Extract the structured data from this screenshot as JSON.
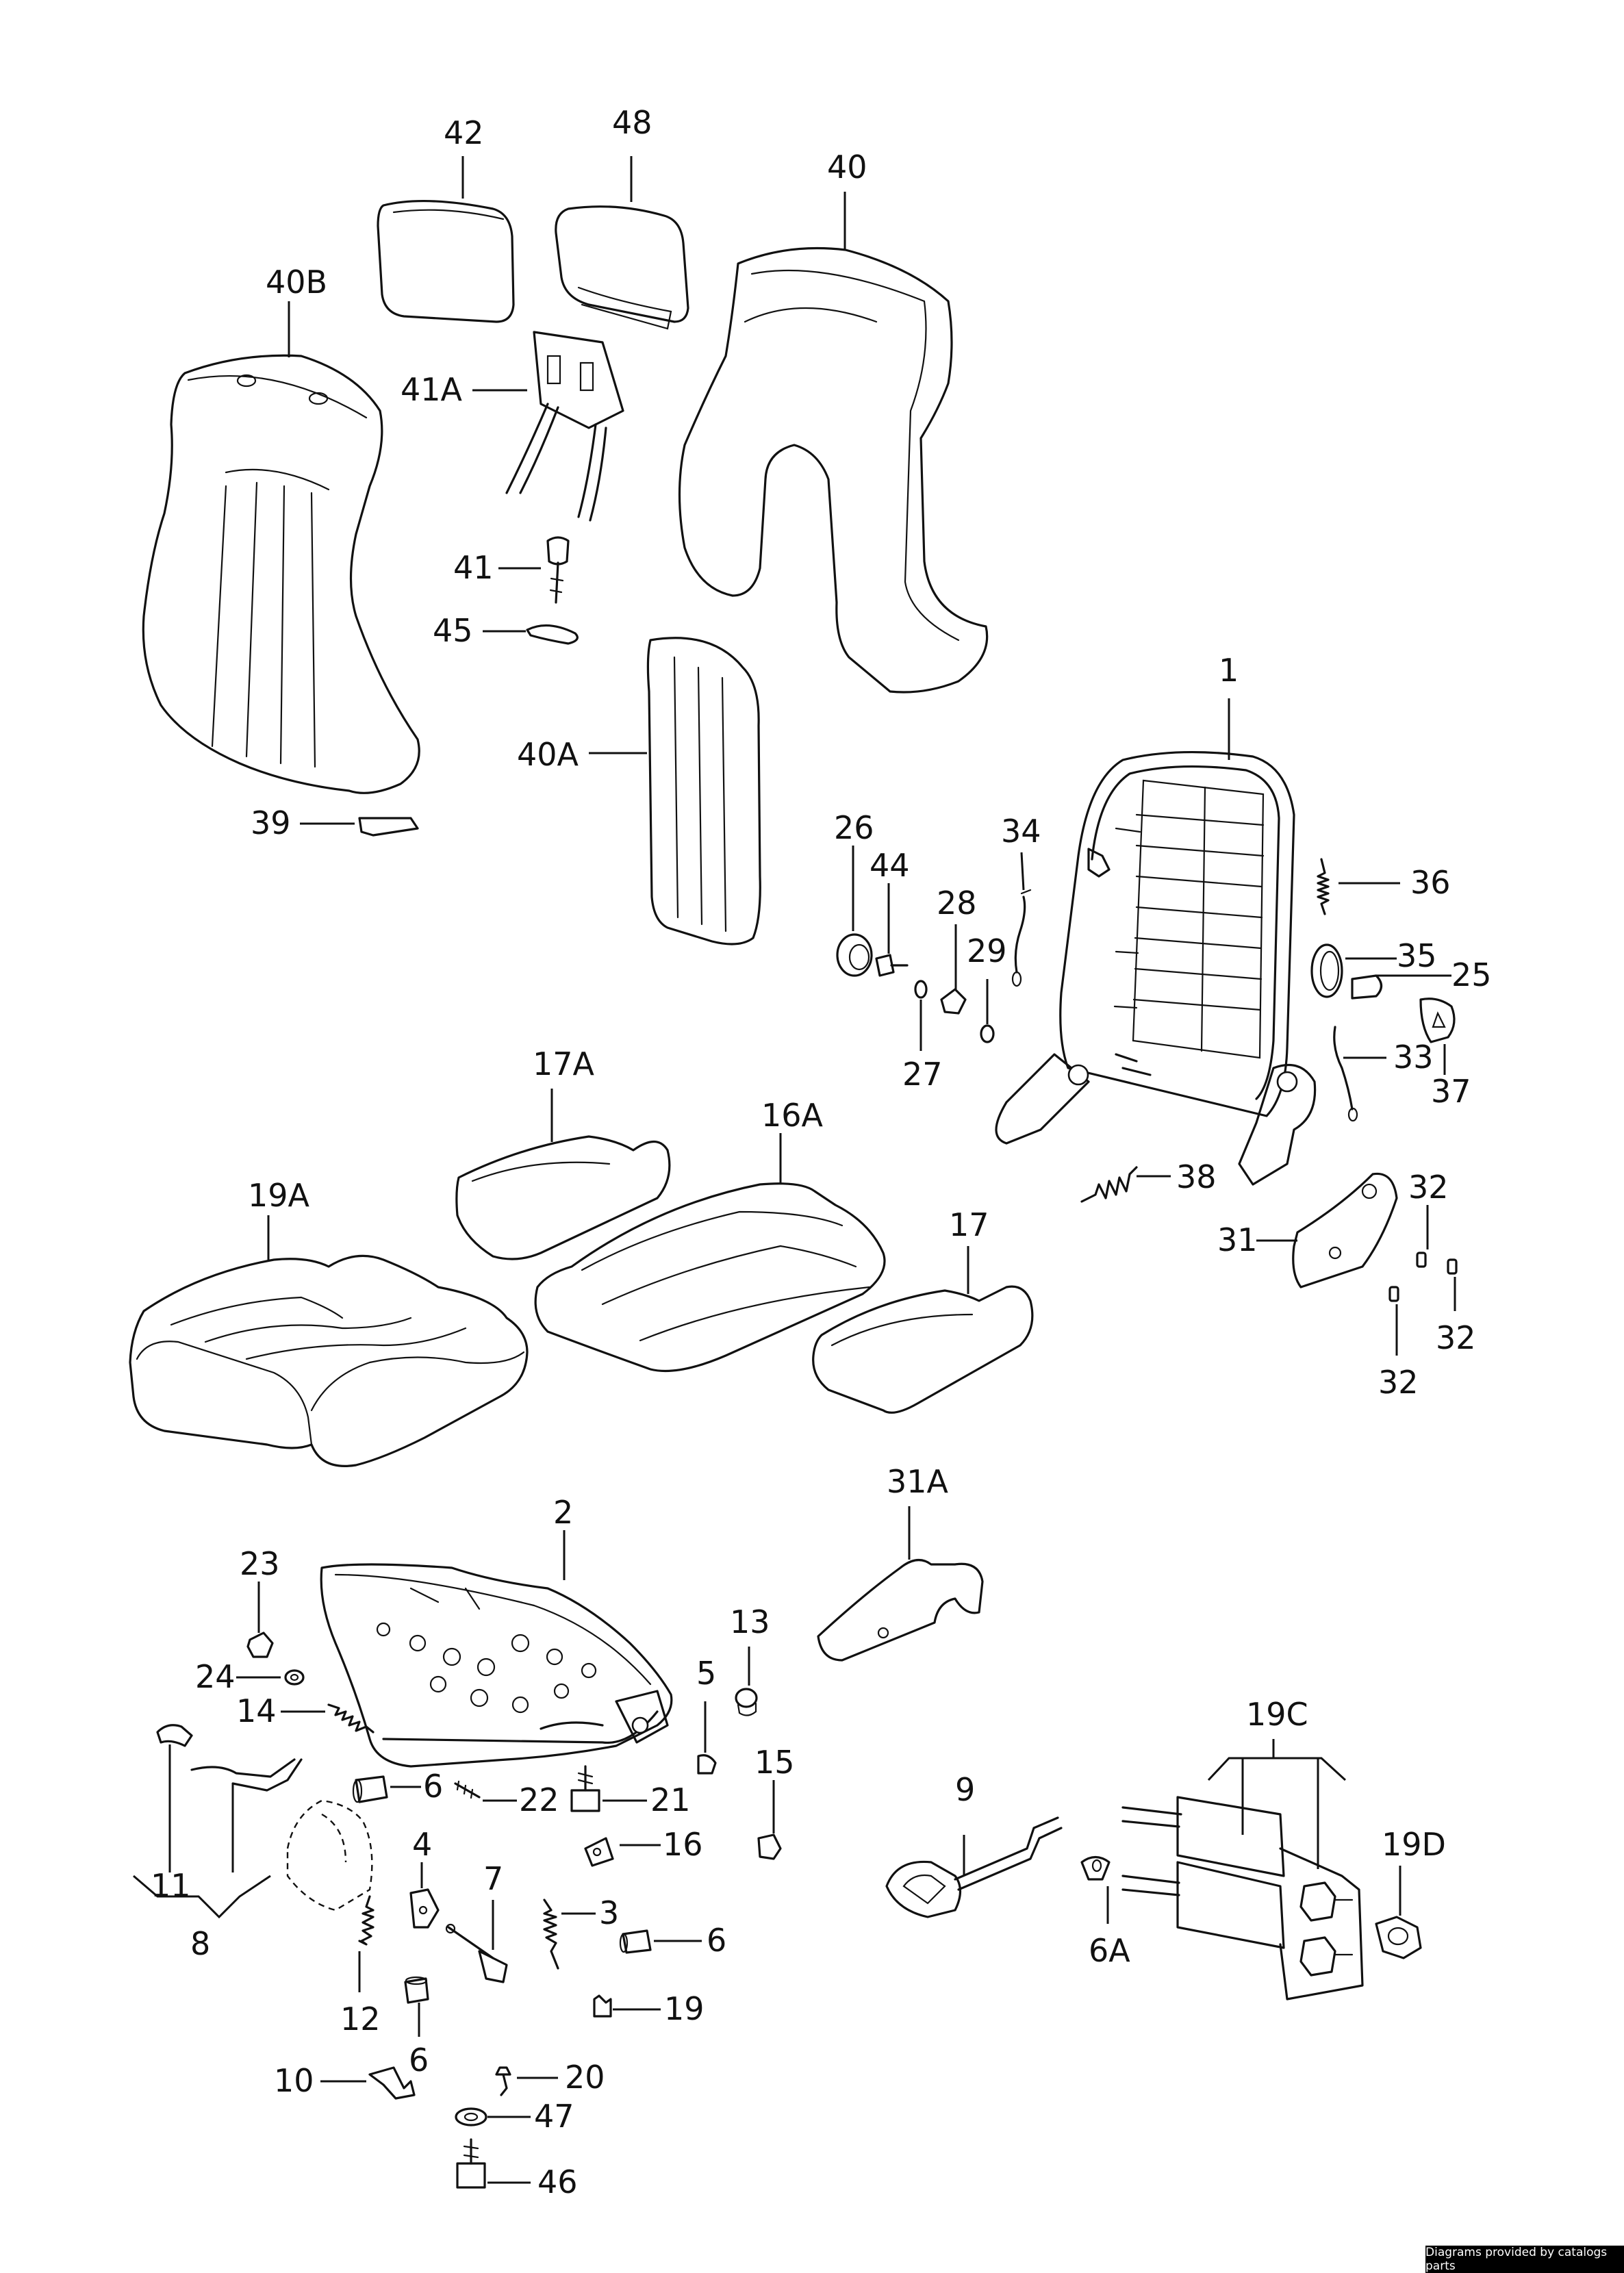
{
  "diagram": {
    "labels": {
      "l42": "42",
      "l48": "48",
      "l40": "40",
      "l40b": "40B",
      "l41a": "41A",
      "l41": "41",
      "l45": "45",
      "l40a": "40A",
      "l39": "39",
      "l1": "1",
      "l34": "34",
      "l26": "26",
      "l44": "44",
      "l28": "28",
      "l29": "29",
      "l27": "27",
      "l36": "36",
      "l35": "35",
      "l25": "25",
      "l33": "33",
      "l37": "37",
      "l38": "38",
      "l32a": "32",
      "l32b": "32",
      "l32c": "32",
      "l31": "31",
      "l17a": "17A",
      "l16a": "16A",
      "l19a": "19A",
      "l17": "17",
      "l31a": "31A",
      "l2": "2",
      "l23": "23",
      "l24": "24",
      "l14": "14",
      "l13": "13",
      "l5": "5",
      "l6a": "6",
      "l22": "22",
      "l21": "21",
      "l15": "15",
      "l16": "16",
      "l11": "11",
      "l8": "8",
      "l4": "4",
      "l7": "7",
      "l3": "3",
      "l6b": "6",
      "l12": "12",
      "l6c": "6",
      "l19": "19",
      "l10": "10",
      "l20": "20",
      "l47": "47",
      "l46": "46",
      "l9": "9",
      "l19c": "19C",
      "l19d": "19D",
      "l6aa": "6A"
    },
    "credit": "Diagrams provided by catalogs parts"
  }
}
